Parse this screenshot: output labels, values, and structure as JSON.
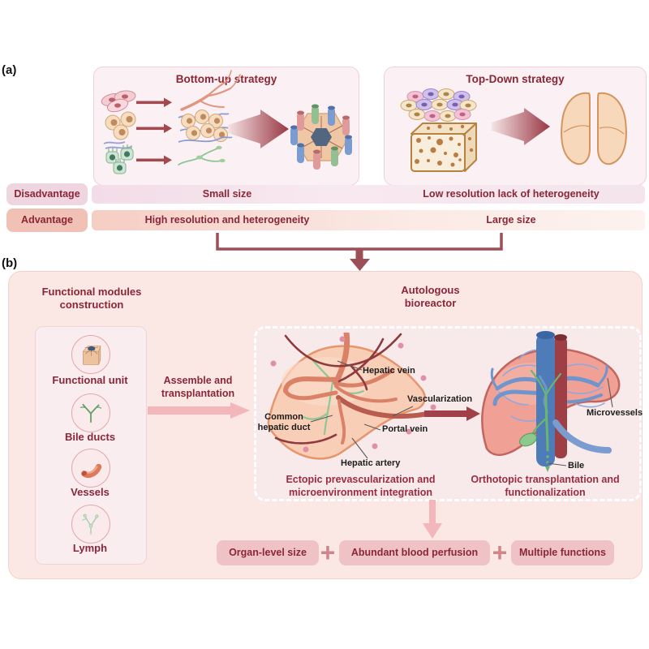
{
  "panel_a": {
    "label": "(a)",
    "bottom_up_title": "Bottom-up strategy",
    "top_down_title": "Top-Down strategy",
    "disadvantage": {
      "label": "Disadvantage",
      "bottom_up": "Small size",
      "top_down": "Low resolution lack of heterogeneity"
    },
    "advantage": {
      "label": "Advantage",
      "bottom_up": "High resolution and heterogeneity",
      "top_down": "Large size"
    }
  },
  "panel_b": {
    "label": "(b)",
    "modules_title": "Functional modules construction",
    "module_items": [
      {
        "label": "Functional unit",
        "icon": "functional-unit-icon"
      },
      {
        "label": "Bile ducts",
        "icon": "bile-ducts-icon"
      },
      {
        "label": "Vessels",
        "icon": "vessels-icon"
      },
      {
        "label": "Lymph",
        "icon": "lymph-icon"
      }
    ],
    "assemble_label": "Assemble and transplantation",
    "bioreactor_title": "Autologous bioreactor",
    "liver_labels": {
      "hepatic_vein": "Hepatic vein",
      "common_hepatic_duct": "Common hepatic duct",
      "portal_vein": "Portal vein",
      "hepatic_artery": "Hepatic artery",
      "vascularization": "Vascularization",
      "microvessels": "Microvessels",
      "bile": "Bile"
    },
    "ectopic_caption": "Ectopic prevascularization and microenvironment integration",
    "orthotopic_caption": "Orthotopic transplantation and functionalization",
    "outputs": [
      {
        "label": "Organ-level size"
      },
      {
        "label": "Abundant blood perfusion"
      },
      {
        "label": "Multiple functions"
      }
    ],
    "plus_sign": "+"
  },
  "colors": {
    "maroon_text": "#8a2637",
    "dark_red_arrow": "#a4484f",
    "pink_arrow": "#f3b6ba",
    "panel_a_box_bg": "#fbf1f4",
    "panel_b_bg": "#fbe8e5",
    "dashed_box_bg": "#f8eaea",
    "output_box_bg": "#efc3c5"
  }
}
